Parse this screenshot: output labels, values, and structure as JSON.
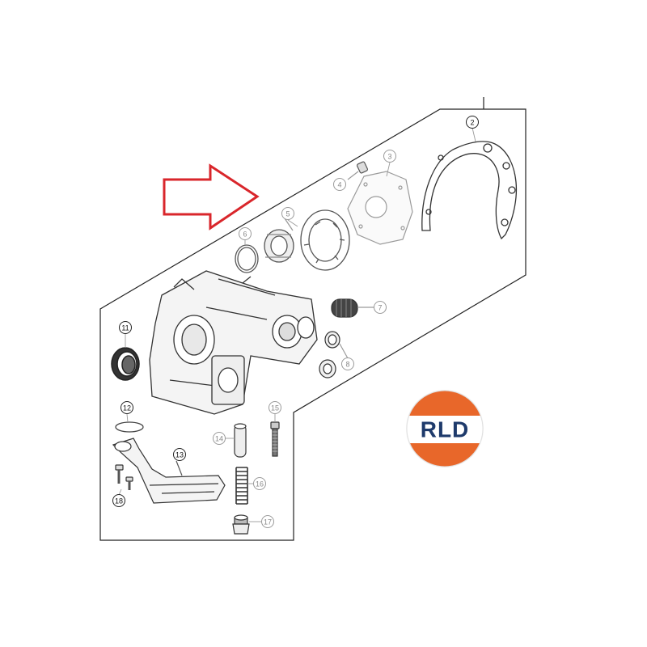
{
  "diagram": {
    "title": "",
    "callouts": [
      {
        "id": "c1",
        "label": "2",
        "emphasis": "dark"
      },
      {
        "id": "c2",
        "label": "3",
        "emphasis": "light"
      },
      {
        "id": "c3",
        "label": "4",
        "emphasis": "light"
      },
      {
        "id": "c4",
        "label": "5",
        "emphasis": "light"
      },
      {
        "id": "c5",
        "label": "6",
        "emphasis": "light"
      },
      {
        "id": "c6",
        "label": "7",
        "emphasis": "light"
      },
      {
        "id": "c7",
        "label": "8",
        "emphasis": "light"
      },
      {
        "id": "c8",
        "label": "11",
        "emphasis": "dark"
      },
      {
        "id": "c9",
        "label": "12",
        "emphasis": "dark"
      },
      {
        "id": "c10",
        "label": "13",
        "emphasis": "dark"
      },
      {
        "id": "c11",
        "label": "14",
        "emphasis": "light"
      },
      {
        "id": "c12",
        "label": "15",
        "emphasis": "light"
      },
      {
        "id": "c13",
        "label": "16",
        "emphasis": "light"
      },
      {
        "id": "c14",
        "label": "17",
        "emphasis": "light"
      },
      {
        "id": "c15",
        "label": "18",
        "emphasis": "dark"
      }
    ]
  },
  "logo": {
    "text": "RLD",
    "colors": {
      "orange": "#e8672a",
      "navy": "#1e3a6b",
      "white": "#ffffff"
    }
  },
  "colors": {
    "arrow": "#d9262b",
    "line": "#222222",
    "line_light": "#9a9a9a",
    "part_fill": "#f2f2f2"
  },
  "icons": {
    "arrow": "right-arrow-icon",
    "logo": "rld-logo-icon"
  }
}
